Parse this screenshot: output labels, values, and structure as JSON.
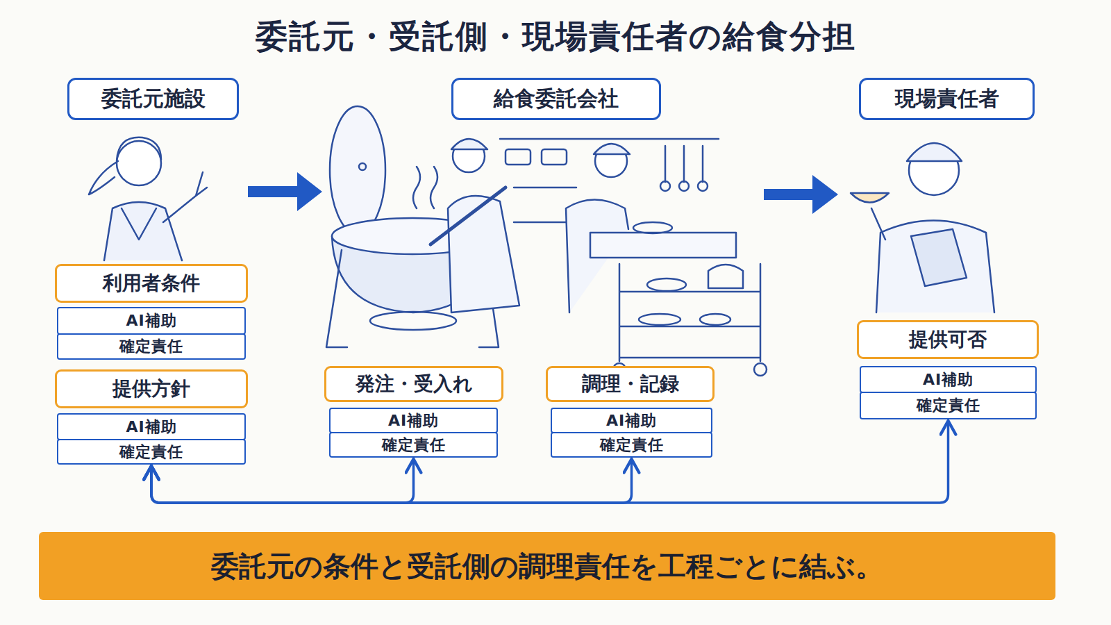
{
  "diagram": {
    "title": "委託元・受託側・現場責任者の給食分担",
    "caption": "委託元の条件と受託側の調理責任を工程ごとに結ぶ。",
    "nodes": [
      {
        "text": [
          "委託元施設"
        ]
      },
      {
        "text": [
          "給食委託会社"
        ]
      },
      {
        "text": [
          "現場責任者"
        ]
      },
      {
        "text": [
          "利用者条件"
        ]
      },
      {
        "text": [
          "AI補助"
        ]
      },
      {
        "text": [
          "確定責任"
        ]
      },
      {
        "text": [
          "提供方針"
        ]
      },
      {
        "text": [
          "AI補助"
        ]
      },
      {
        "text": [
          "確定責任"
        ]
      },
      {
        "text": [
          "発注・受入れ"
        ]
      },
      {
        "text": [
          "AI補助"
        ]
      },
      {
        "text": [
          "確定責任"
        ]
      },
      {
        "text": [
          "調理・記録"
        ]
      },
      {
        "text": [
          "AI補助"
        ]
      },
      {
        "text": [
          "確定責任"
        ]
      },
      {
        "text": [
          "提供可否"
        ]
      },
      {
        "text": [
          "AI補助"
        ]
      },
      {
        "text": [
          "確定責任"
        ]
      }
    ],
    "edges": [
      {
        "from": 8,
        "to": 11,
        "arrow": "both"
      },
      {
        "from": 8,
        "to": 14,
        "arrow": "both"
      },
      {
        "from": 8,
        "to": 17,
        "arrow": "both"
      }
    ]
  }
}
